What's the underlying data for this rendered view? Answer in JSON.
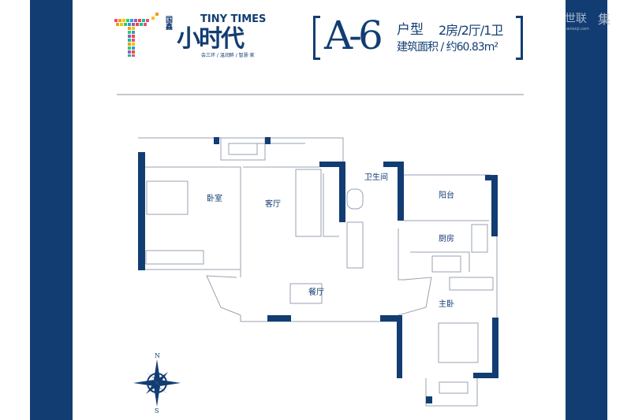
{
  "logo": {
    "brand_cn": "国鑫",
    "name_en": "TINY TIMES",
    "name_cn": "小时代",
    "tagline": "会三环 / 温润醉 / 智慧·家"
  },
  "unit": {
    "code": "A-6",
    "type_label": "户型",
    "layout": "2房/2厅/1卫",
    "area_label": "建筑面积 / 约60.83m²"
  },
  "watermark": {
    "brand": "世联",
    "site": "anionji.com",
    "extra": "集"
  },
  "rooms": {
    "bedroom": "卧室",
    "living": "客厅",
    "bathroom": "卫生间",
    "balcony": "阳台",
    "kitchen": "厨房",
    "dining": "餐厅",
    "master": "主卧"
  },
  "compass": {
    "north": "N",
    "south": "S"
  },
  "colors": {
    "accent": "#123d73"
  }
}
